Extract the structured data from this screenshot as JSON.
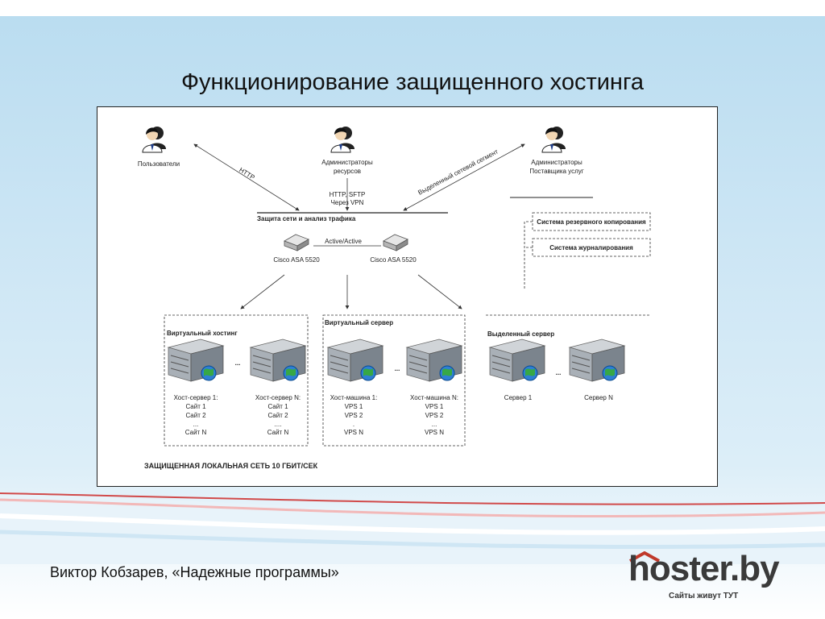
{
  "slide": {
    "title": "Функционирование защищенного хостинга",
    "author": "Виктор Кобзарев, «Надежные программы»",
    "logo_text": "hoster.by",
    "logo_tagline": "Сайты живут ТУТ"
  },
  "diagram": {
    "users": "Пользователи",
    "admins_res_1": "Администраторы",
    "admins_res_2": "ресурсов",
    "admins_prov_1": "Администраторы",
    "admins_prov_2": "Поставщика услуг",
    "http": "HTTP",
    "https_sftp_1": "HTTP, SFTP",
    "https_sftp_2": "Через VPN",
    "dedicated_segment": "Выделенный сетевой сегмент",
    "security_zone": "Защита сети и анализ трафика",
    "backup": "Система резервного копирования",
    "logging": "Система журналирования",
    "active": "Active/Active",
    "asa1": "Cisco ASA 5520",
    "asa2": "Cisco ASA 5520",
    "virtual_hosting": "Виртуальный хостинг",
    "virtual_server": "Виртуальный сервер",
    "dedicated_server": "Выделенный сервер",
    "ellipsis": "...",
    "vh1": [
      "Хост-сервер 1:",
      "Сайт 1",
      "Сайт 2",
      "...",
      "Сайт N"
    ],
    "vh2": [
      "Хост-сервер N:",
      "Сайт 1",
      "Сайт 2",
      "....",
      "Сайт N"
    ],
    "vs1": [
      "Хост-машина 1:",
      "VPS 1",
      "VPS 2",
      ".",
      "VPS N"
    ],
    "vs2": [
      "Хост-машина N:",
      "VPS 1",
      "VPS 2",
      "...",
      "VPS N"
    ],
    "ds1": "Сервер 1",
    "ds2": "Сервер N",
    "network": "ЗАЩИЩЕННАЯ ЛОКАЛЬНАЯ СЕТЬ 10 ГБИТ/СЕК"
  },
  "colors": {
    "accent_red": "#c0392b",
    "logo_gray": "#3a3a3a",
    "bg_blue": "#b9dcf0"
  }
}
